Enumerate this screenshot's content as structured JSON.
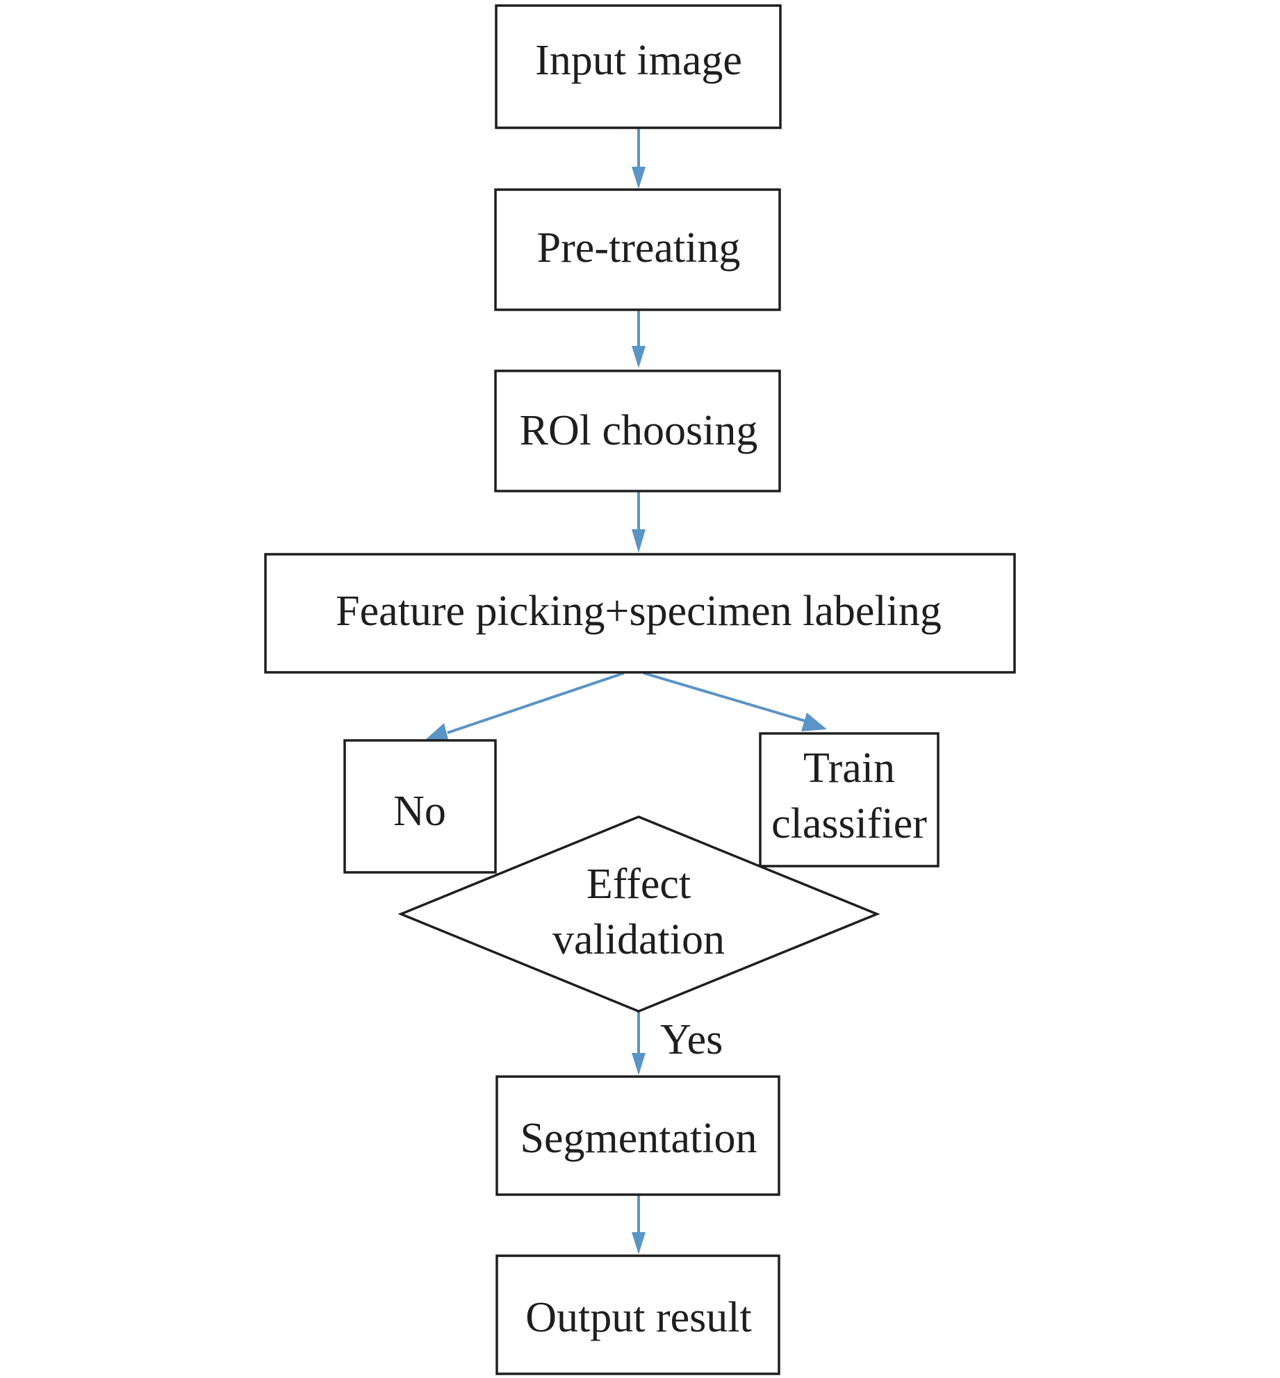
{
  "nodes": {
    "input_image": "Input image",
    "pre_treating": "Pre-treating",
    "roi_choosing": "ROl choosing",
    "feature_picking": "Feature picking+specimen labeling",
    "no": "No",
    "train_classifier": [
      "Train",
      "classifier"
    ],
    "effect_validation": [
      "Effect",
      "validation"
    ],
    "segmentation": "Segmentation",
    "output_result": "Output result"
  },
  "edge_labels": {
    "yes": "Yes"
  },
  "colors": {
    "box_stroke": "#1e1e1e",
    "arrow": "#5b94c6",
    "text": "#1e1e1e",
    "background": "#ffffff"
  }
}
